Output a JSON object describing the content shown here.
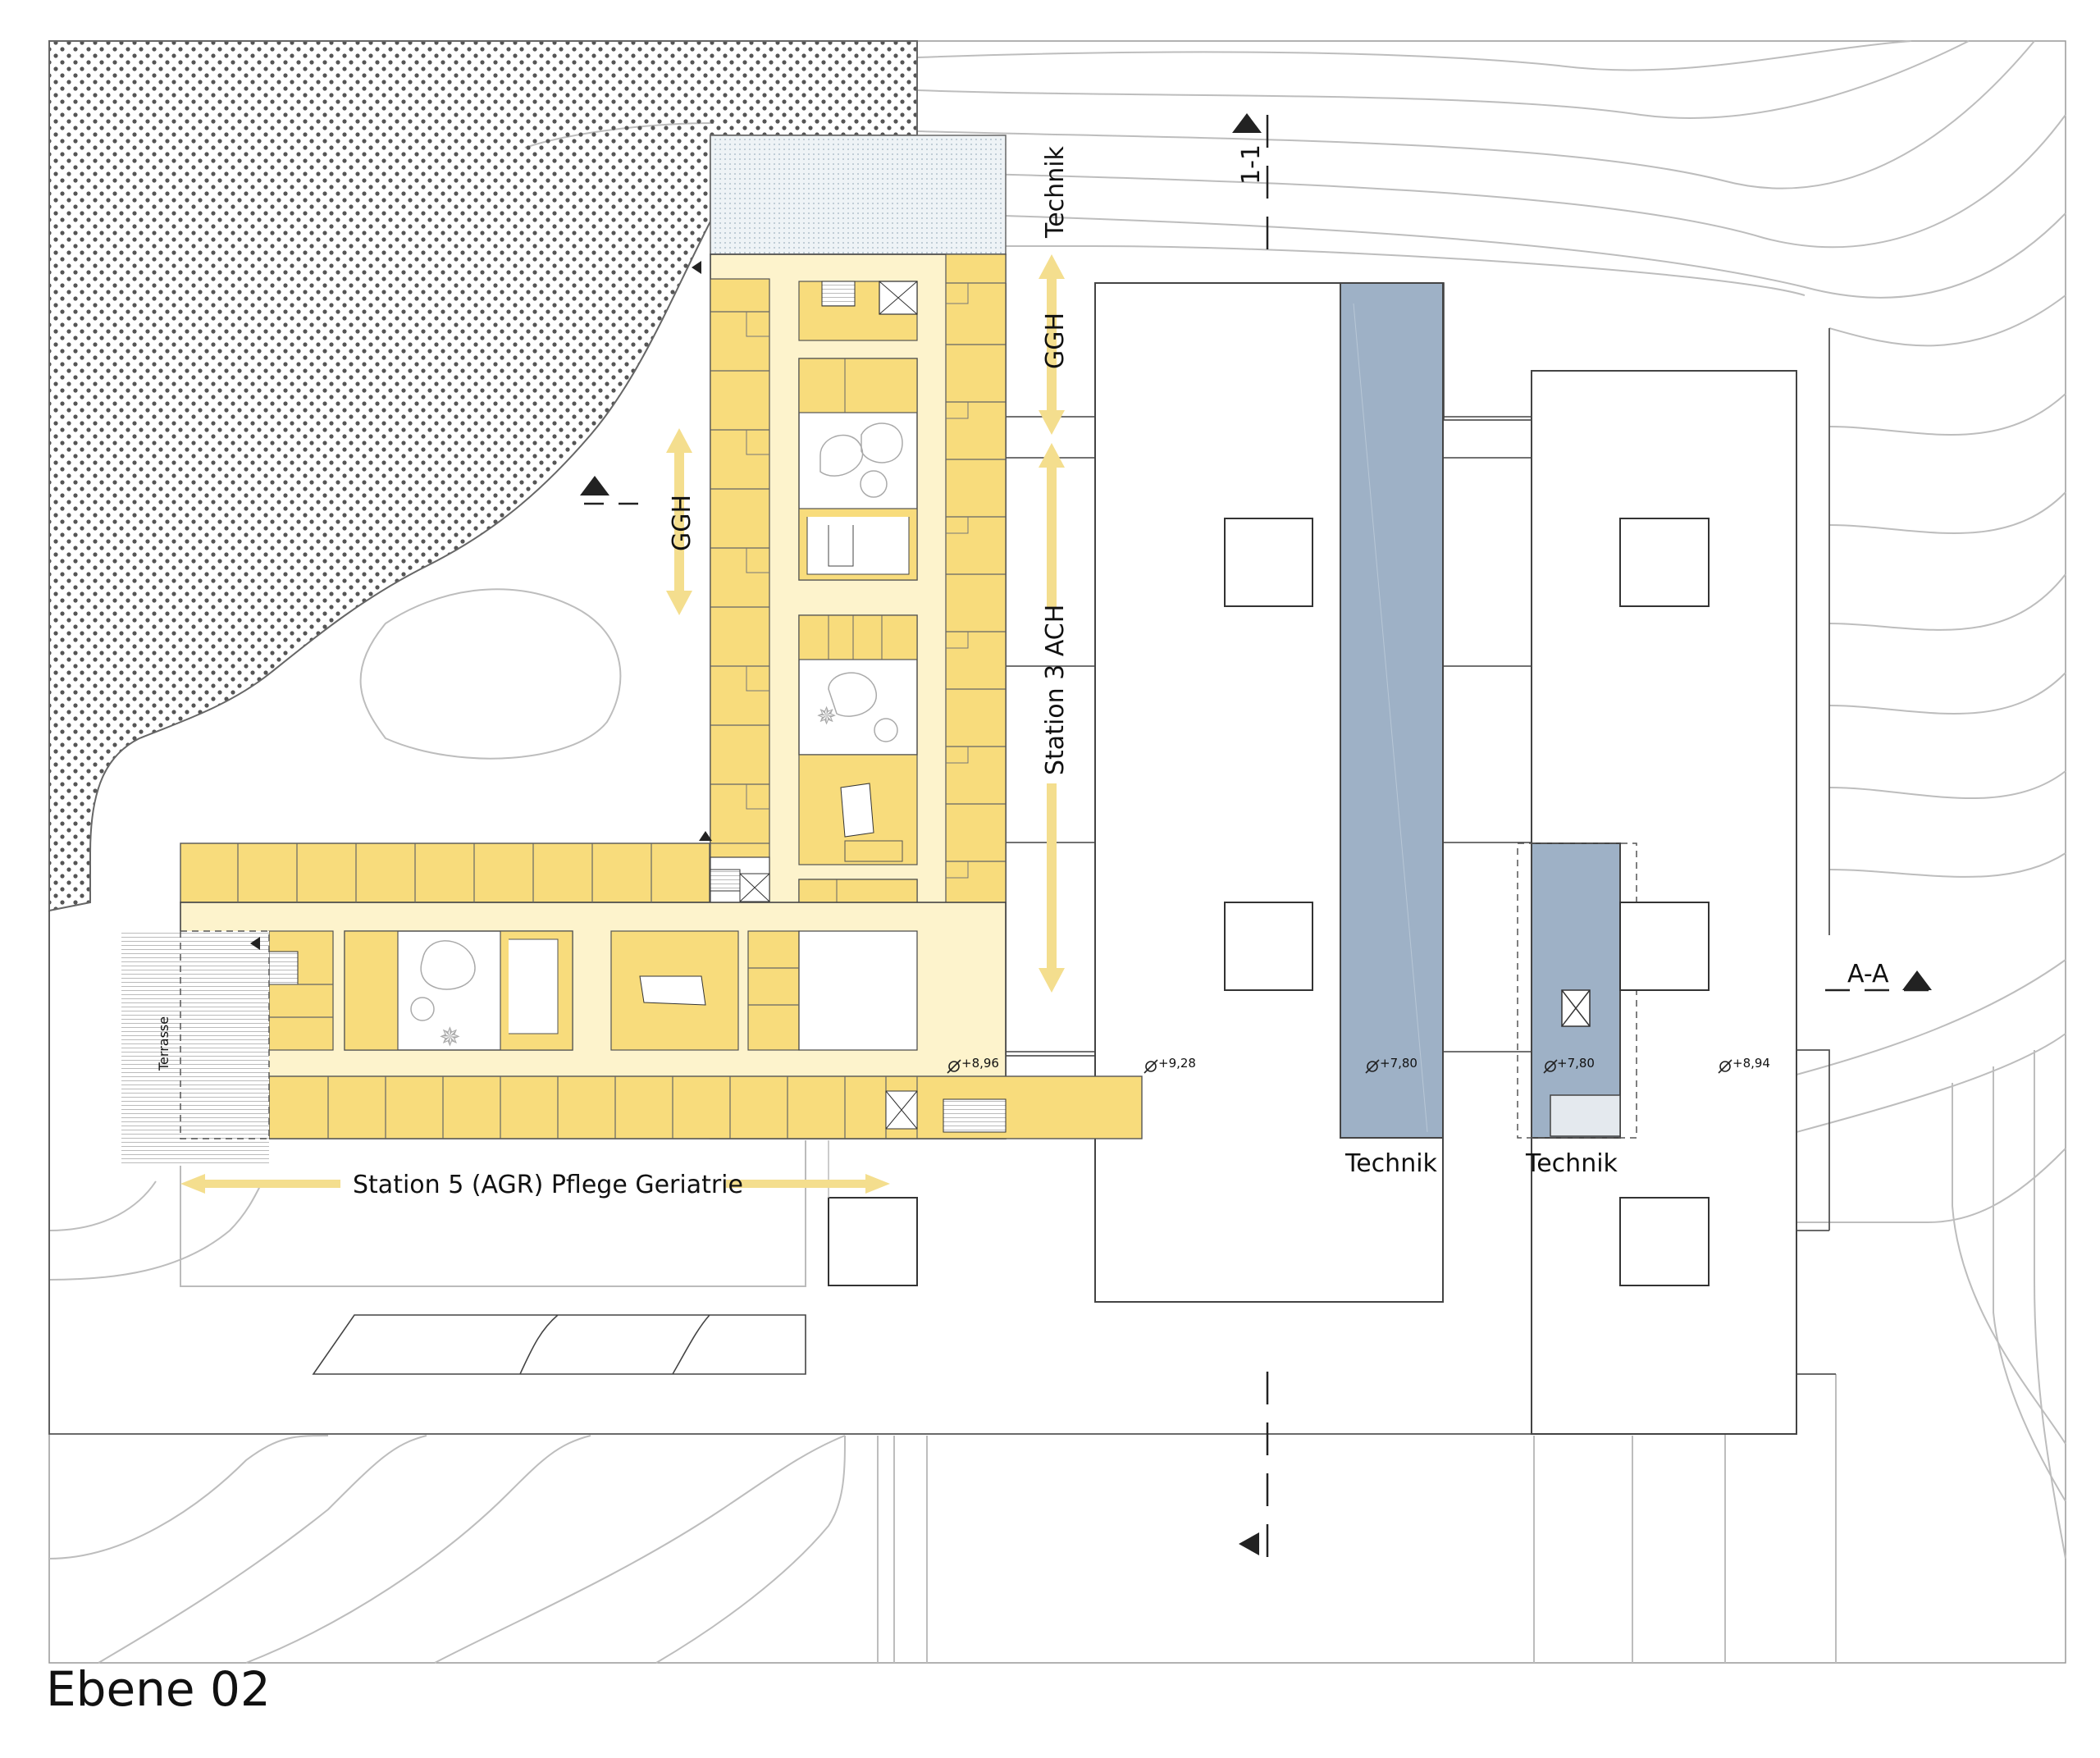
{
  "drawing": {
    "title": "Ebene 02",
    "colors": {
      "ward": "#f8dc7c",
      "corridor": "#fdf3cc",
      "technik": "#9eb1c6",
      "hatch": "#555555",
      "line": "#444444",
      "contour": "#b5b5b5"
    }
  },
  "labels": {
    "technik_top": "Technik",
    "ggh_right": "GGH",
    "ggh_left": "GGH",
    "station3": "Station 3 ACH",
    "station5": "Station 5 (AGR) Pflege Geriatrie",
    "terrasse": "Terrasse",
    "technik_a": "Technik",
    "technik_b": "Technik",
    "section_11": "1-1",
    "section_aa": "A-A"
  },
  "levels": {
    "l1": "+8,96",
    "l2": "+9,28",
    "l3": "+7,80",
    "l4": "+7,80",
    "l5": "+8,94"
  }
}
